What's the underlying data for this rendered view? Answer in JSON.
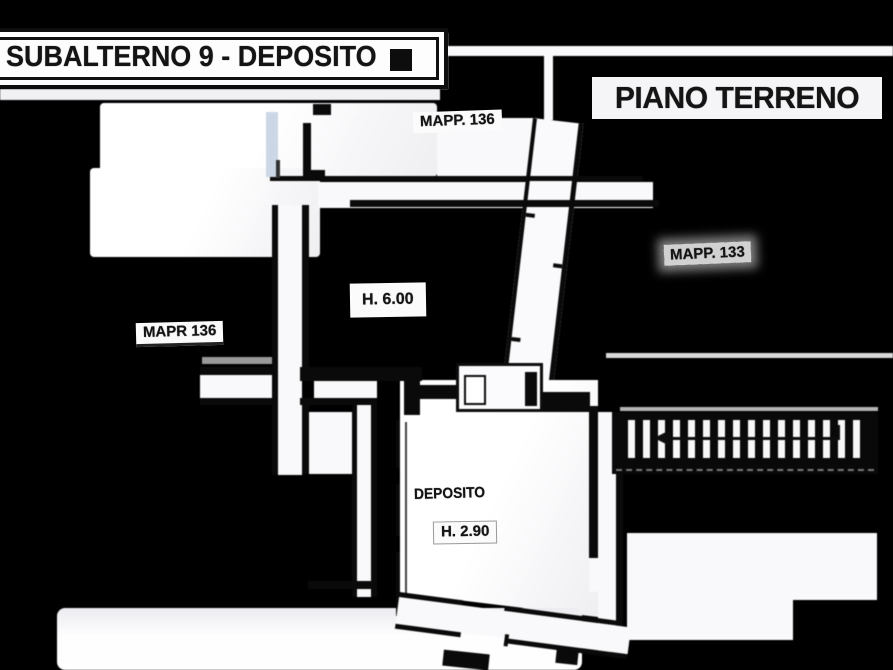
{
  "title_box": {
    "label": "SUBALTERNO 9 - DEPOSITO"
  },
  "floor_label": "PIANO TERRENO",
  "labels": {
    "mapp_top": "MAPP. 136",
    "mapp_right": "MAPP. 133",
    "mapp_left": "MAPR 136",
    "height_main": "H. 6.00",
    "room_name": "DEPOSITO",
    "height_room": "H. 2.90"
  },
  "icons": {
    "stair_arrow": "left-arrow"
  },
  "colors": {
    "background": "#000000",
    "paper": "#f6f6f8",
    "ink": "#0d0d0d",
    "glass_partition": "#c9d4e2"
  }
}
